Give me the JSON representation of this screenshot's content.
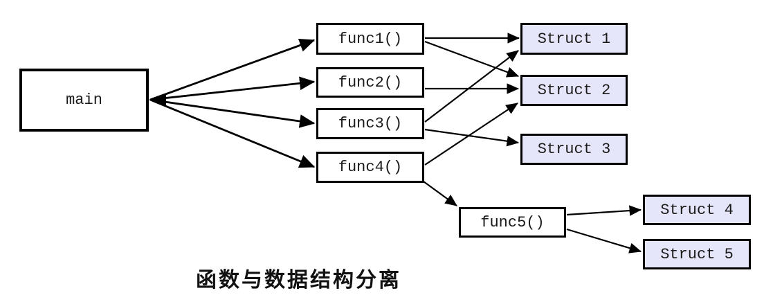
{
  "diagram": {
    "caption": "函数与数据结构分离",
    "colors": {
      "background": "#FFFFFF",
      "border": "#000000",
      "arrow": "#000000",
      "function_fill": "#FFFFFF",
      "struct_fill": "#E6E6FA",
      "text": "#1A1A1A"
    },
    "nodes": {
      "main": {
        "label": "main",
        "type": "entry"
      },
      "func1": {
        "label": "func1()",
        "type": "function"
      },
      "func2": {
        "label": "func2()",
        "type": "function"
      },
      "func3": {
        "label": "func3()",
        "type": "function"
      },
      "func4": {
        "label": "func4()",
        "type": "function"
      },
      "func5": {
        "label": "func5()",
        "type": "function"
      },
      "struct1": {
        "label": "Struct 1",
        "type": "struct"
      },
      "struct2": {
        "label": "Struct 2",
        "type": "struct"
      },
      "struct3": {
        "label": "Struct 3",
        "type": "struct"
      },
      "struct4": {
        "label": "Struct 4",
        "type": "struct"
      },
      "struct5": {
        "label": "Struct 5",
        "type": "struct"
      }
    },
    "edges": [
      {
        "from": "main",
        "to": "func1"
      },
      {
        "from": "main",
        "to": "func2"
      },
      {
        "from": "main",
        "to": "func3"
      },
      {
        "from": "main",
        "to": "func4"
      },
      {
        "from": "func1",
        "to": "struct1"
      },
      {
        "from": "func1",
        "to": "struct2"
      },
      {
        "from": "func2",
        "to": "struct2"
      },
      {
        "from": "func3",
        "to": "struct1"
      },
      {
        "from": "func3",
        "to": "struct3"
      },
      {
        "from": "func4",
        "to": "struct2"
      },
      {
        "from": "func4",
        "to": "func5"
      },
      {
        "from": "func5",
        "to": "struct4"
      },
      {
        "from": "func5",
        "to": "struct5"
      }
    ]
  }
}
